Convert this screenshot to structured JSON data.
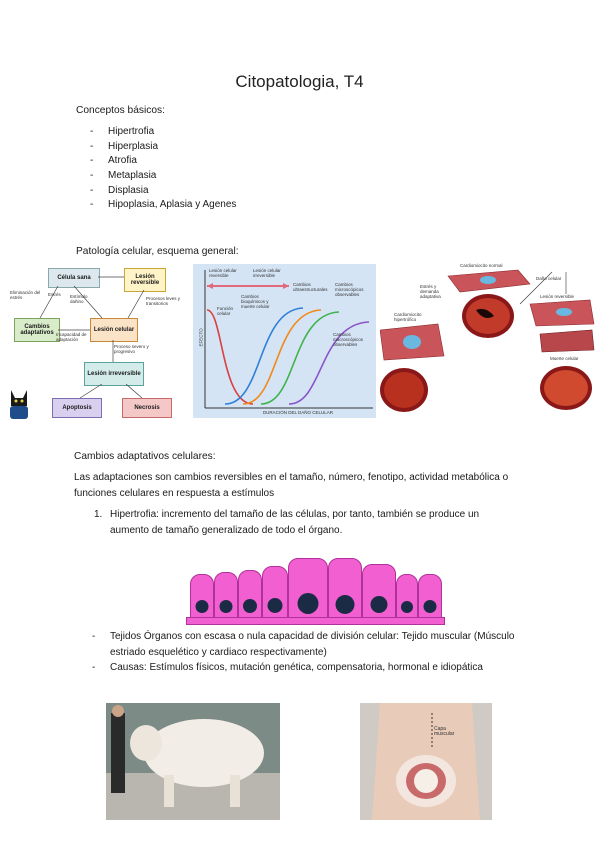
{
  "title": "Citopatologia, T4",
  "section_basic": "Conceptos básicos:",
  "basic_list": [
    "Hipertrofia",
    "Hiperplasia",
    "Atrofia",
    "Metaplasia",
    "Displasia",
    "Hipoplasia, Aplasia y Agenes"
  ],
  "section_scheme": "Patología celular, esquema general:",
  "diagram": {
    "celula_sana": "Célula sana",
    "lesion_reversible": "Lesión reversible",
    "cambios_adaptativos": "Cambios adaptativos",
    "lesion_celular": "Lesión celular",
    "lesion_irreversible": "Lesión irreversible",
    "apoptosis": "Apoptosis",
    "necrosis": "Necrosis",
    "eliminacion": "Eliminación del estrés",
    "estres": "Estrés",
    "estimulo": "Estímulo dañino",
    "procesos": "Procesos leves y transitorios",
    "incapacidad": "Incapacidad de adaptación",
    "proceso_severo": "Proceso severo y progresivo"
  },
  "graph": {
    "ylabel": "EFECTO",
    "xlabel": "DURACIÓN DEL DAÑO CELULAR",
    "arrow_left": "Lesión celular reversible",
    "arrow_right": "Lesión celular irreversible",
    "funcion": "Función celular",
    "bioquimicos": "Cambios bioquímicos y muerte celular",
    "ultra": "Cambios ultraestructurales",
    "micro": "Cambios microscópicos observables",
    "macro": "Cambios macroscópicos observables"
  },
  "heart": {
    "normal": "Cardiomiocito normal",
    "dano": "Daño celular",
    "estres": "Estrés y demanda adaptativa",
    "reversible": "Lesión reversible",
    "hipertrofico": "Cardiomiocito hipertrófico",
    "muerte": "Muerte celular"
  },
  "section_adapt": "Cambios adaptativos celulares:",
  "adapt_para": "Las adaptaciones son cambios reversibles en el tamaño, número, fenotipo, actividad metabólica o funciones celulares en respuesta a estímulos",
  "item1_num": "1.",
  "item1_text": "Hipertrofia: incremento del tamaño de las células, por tanto, también se produce un aumento de tamaño generalizado de todo el órgano.",
  "bullet1": "Tejidos Órganos con escasa o nula capacidad de división celular: Tejido muscular (Músculo estriado esquelético y cardiaco respectivamente)",
  "bullet2": "Causas: Estímulos físicos, mutación genética, compensatoria, hormonal e idiopática",
  "photo_label": "Capa muscular",
  "colors": {
    "cell_pink": "#f25fd1",
    "nucleus": "#1c2b45",
    "graph_bg": "#d4e4f5"
  }
}
